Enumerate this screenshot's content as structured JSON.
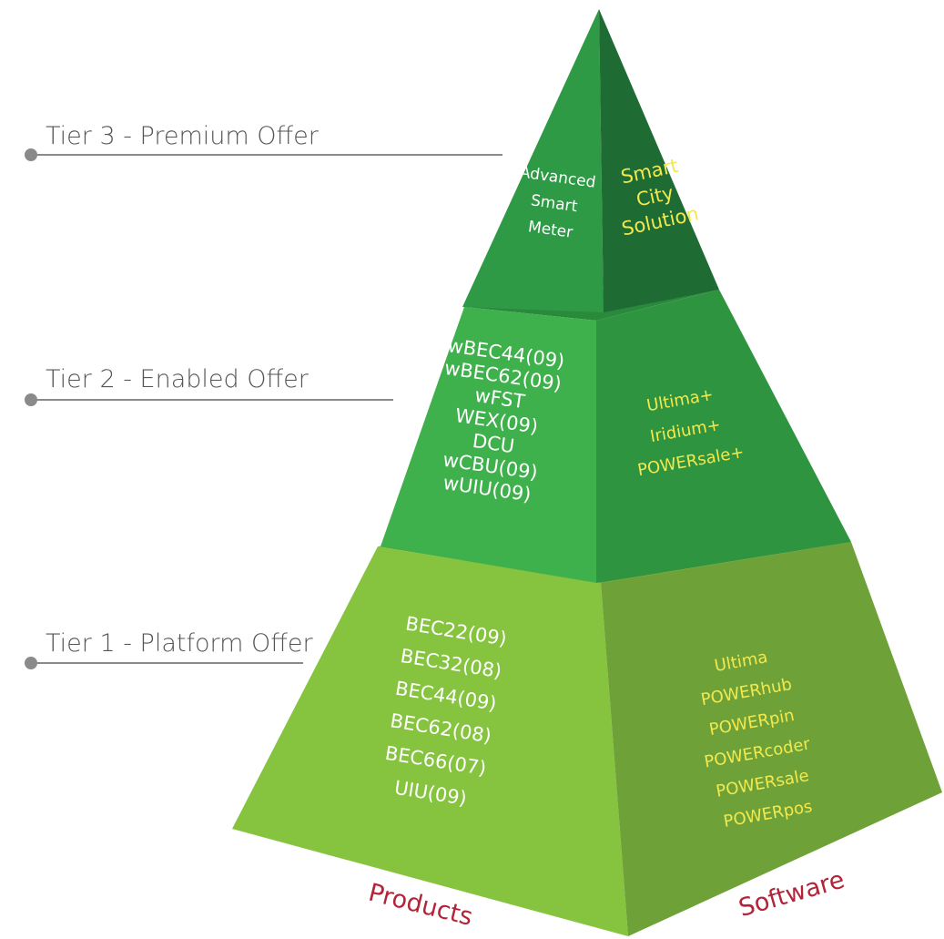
{
  "tiers": [
    {
      "label": "Tier 3 - Premium Offer"
    },
    {
      "label": "Tier 2 - Enabled Offer"
    },
    {
      "label": "Tier 1 - Platform Offer"
    }
  ],
  "pyramid": {
    "top": {
      "products": [
        "Advanced",
        "Smart",
        "Meter"
      ],
      "software": [
        "Smart",
        "City",
        "Solution"
      ]
    },
    "middle": {
      "products": [
        "wBEC44(09)",
        "wBEC62(09)",
        "wFST",
        "WEX(09)",
        "DCU",
        "wCBU(09)",
        "wUIU(09)"
      ],
      "software": [
        "Ultima+",
        "Iridium+",
        "POWERsale+"
      ]
    },
    "bottom": {
      "products": [
        "BEC22(09)",
        "BEC32(08)",
        "BEC44(09)",
        "BEC62(08)",
        "BEC66(07)",
        "UIU(09)"
      ],
      "software": [
        "Ultima",
        "POWERhub",
        "POWERpin",
        "POWERcoder",
        "POWERsale",
        "POWERpos"
      ]
    }
  },
  "faces": {
    "left": "Products",
    "right": "Software"
  },
  "colors": {
    "top_left": "#2f9a46",
    "top_right": "#1f6b34",
    "mid_left": "#3fb14c",
    "mid_right": "#2f9440",
    "mid_top": "#2a8a3c",
    "bot_left": "#86c440",
    "bot_right": "#6ea238",
    "bot_top": "#4c9a32",
    "products_text": "#ffffff",
    "software_text": "#f2e94e",
    "face_label": "#b3243a"
  }
}
